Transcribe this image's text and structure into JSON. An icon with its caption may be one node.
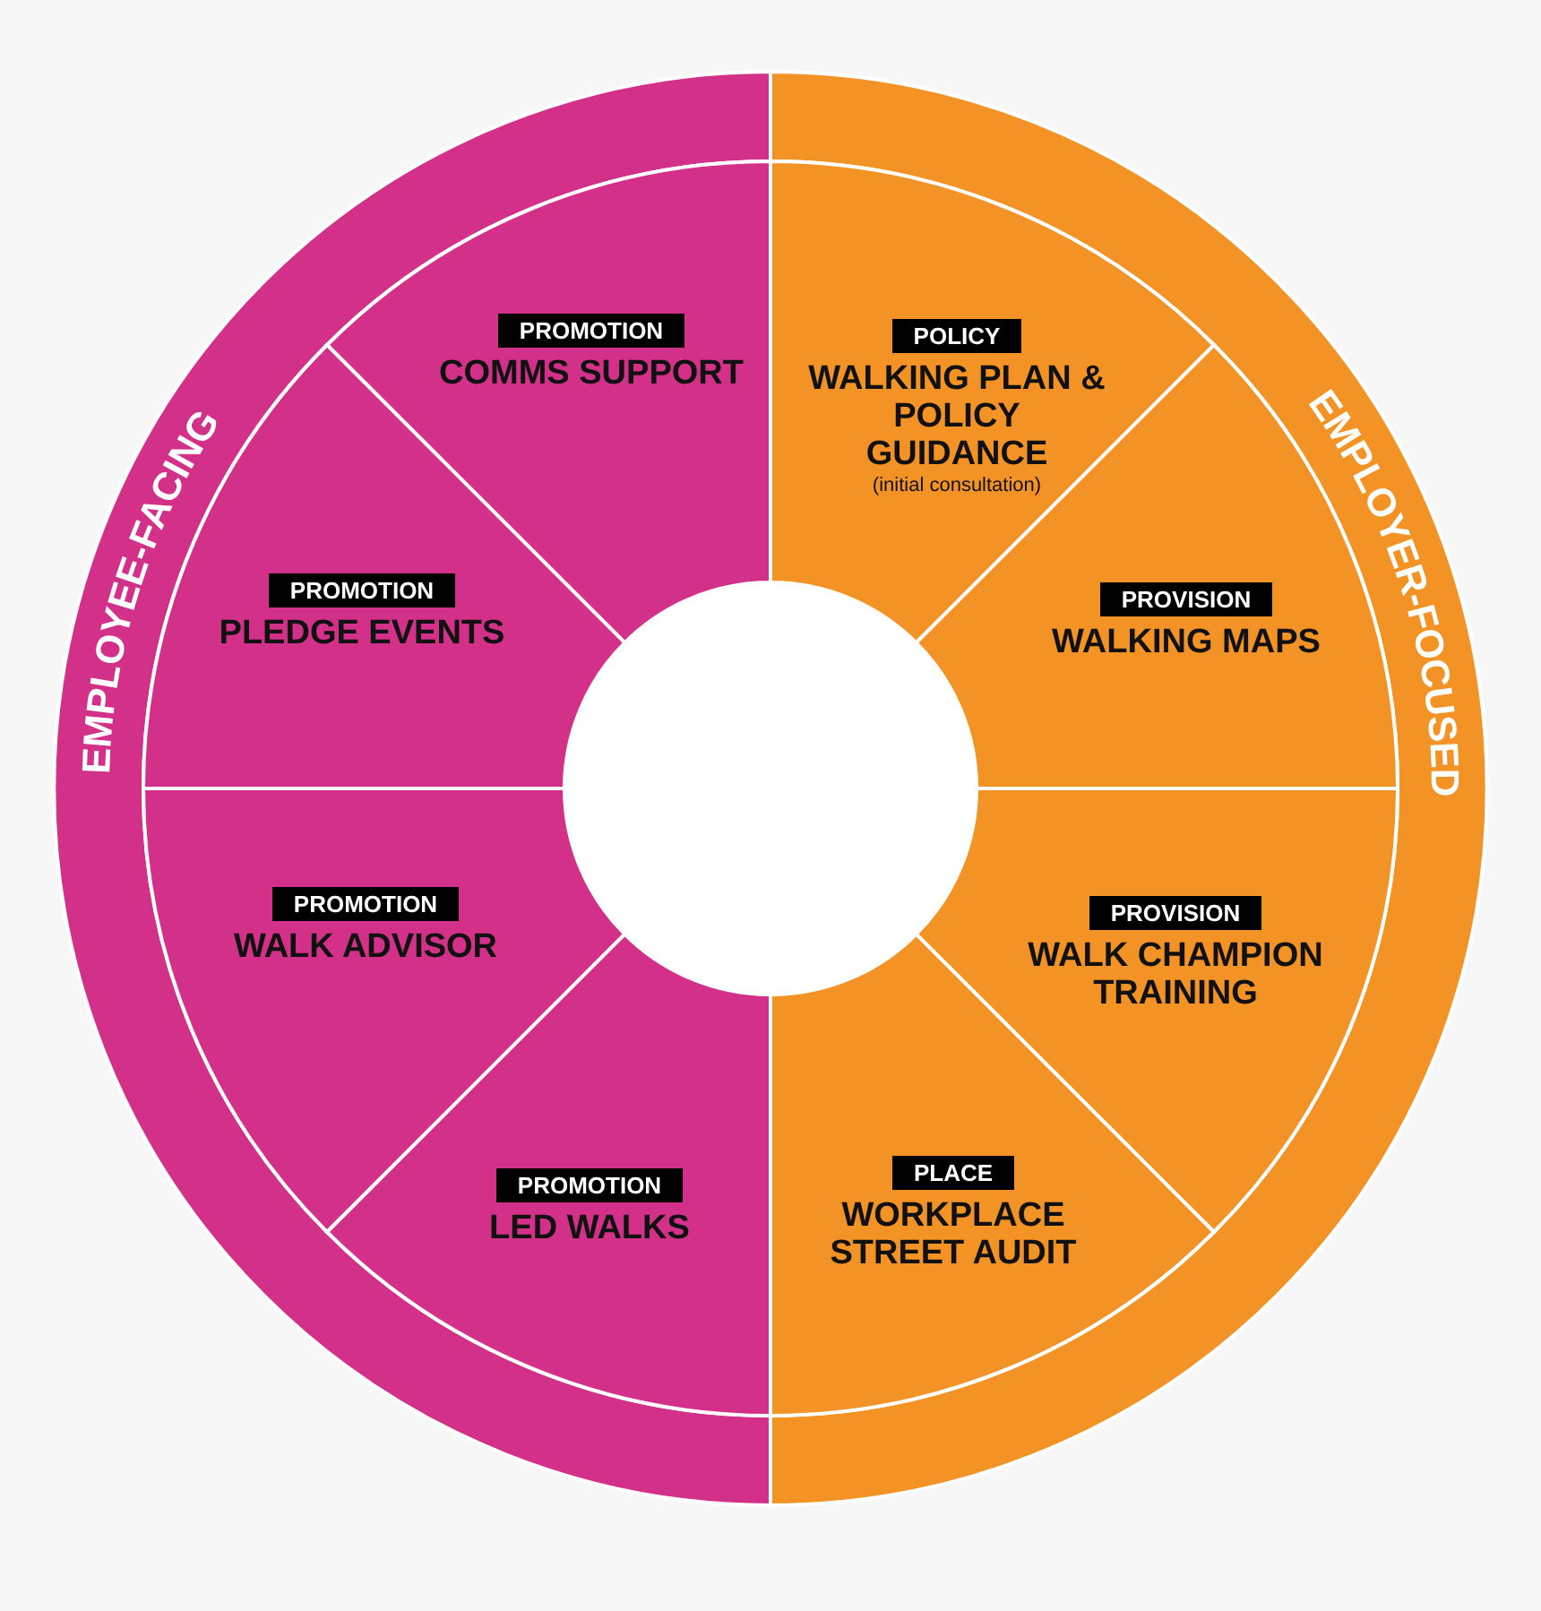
{
  "diagram": {
    "nodes": [
      {
        "text": [
          "EMPLOYEE-FACING"
        ]
      },
      {
        "text": [
          "EMPLOYER-FOCUSED"
        ]
      },
      {
        "text": [
          "PROMOTION",
          "COMMS SUPPORT"
        ],
        "in": 0
      },
      {
        "text": [
          "PROMOTION",
          "PLEDGE EVENTS"
        ],
        "in": 0
      },
      {
        "text": [
          "PROMOTION",
          "WALK ADVISOR"
        ],
        "in": 0
      },
      {
        "text": [
          "PROMOTION",
          "LED WALKS"
        ],
        "in": 0
      },
      {
        "text": [
          "POLICY",
          "WALKING PLAN & POLICY GUIDANCE",
          "(initial consultation)"
        ],
        "in": 1
      },
      {
        "text": [
          "PROVISION",
          "WALKING MAPS"
        ],
        "in": 1
      },
      {
        "text": [
          "PROVISION",
          "WALK CHAMPION TRAINING"
        ],
        "in": 1
      },
      {
        "text": [
          "PLACE",
          "WORKPLACE STREET AUDIT"
        ],
        "in": 1
      },
      {
        "text": [],
        "shape": "circle"
      }
    ]
  }
}
